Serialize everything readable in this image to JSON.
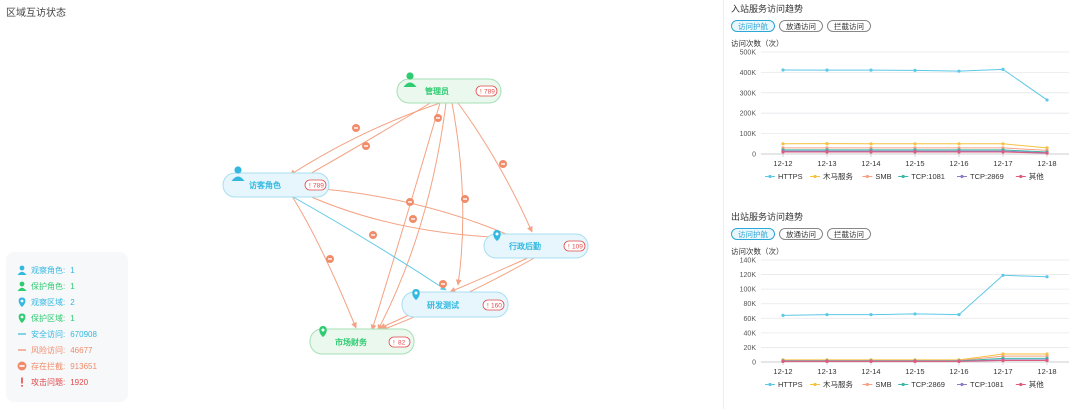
{
  "left": {
    "title": "区域互访状态",
    "nodes": [
      {
        "id": "admin",
        "label": "管理员",
        "badge": "789",
        "icon": "user-icon",
        "color": "#2ecc71"
      },
      {
        "id": "visitor",
        "label": "访客角色",
        "badge": "789",
        "icon": "user-icon",
        "color": "#33b9e0"
      },
      {
        "id": "logistics",
        "label": "行政后勤",
        "badge": "109",
        "icon": "location-pin-icon",
        "color": "#33b9e0"
      },
      {
        "id": "rnd",
        "label": "研发测试",
        "badge": "160",
        "icon": "location-pin-icon",
        "color": "#33b9e0"
      },
      {
        "id": "market",
        "label": "市场财务",
        "badge": "82",
        "icon": "location-pin-icon",
        "color": "#2ecc71"
      }
    ],
    "legend": [
      {
        "icon": "user-icon",
        "label": "观察角色:",
        "value": "1",
        "color": "#33b9e0"
      },
      {
        "icon": "user-icon",
        "label": "保护角色:",
        "value": "1",
        "color": "#2ecc71"
      },
      {
        "icon": "location-pin-icon",
        "label": "观察区域:",
        "value": "2",
        "color": "#33b9e0"
      },
      {
        "icon": "location-pin-icon",
        "label": "保护区域:",
        "value": "1",
        "color": "#2ecc71"
      },
      {
        "icon": "line-icon",
        "label": "安全访问:",
        "value": "670908",
        "color": "#33b9e0"
      },
      {
        "icon": "line-icon",
        "label": "风险访问:",
        "value": "46677",
        "color": "#f08c6a"
      },
      {
        "icon": "block-icon",
        "label": "存在拦截:",
        "value": "913651",
        "color": "#f08c6a"
      },
      {
        "icon": "exclamation-icon",
        "label": "攻击问题:",
        "value": "1920",
        "color": "#e14a4a"
      }
    ],
    "colors": {
      "safe": "#5ec8e6",
      "risk": "#f4a283",
      "block": "#f08c6a",
      "alert": "#e14a4a"
    }
  },
  "inbound": {
    "title": "入站服务访问趋势",
    "tabs": [
      "访问护航",
      "放通访问",
      "拦截访问"
    ],
    "active_tab": 0,
    "ylabel": "访问次数（次）"
  },
  "outbound": {
    "title": "出站服务访问趋势",
    "tabs": [
      "访问护航",
      "放通访问",
      "拦截访问"
    ],
    "active_tab": 0,
    "ylabel": "访问次数（次）"
  },
  "chart_data": [
    {
      "type": "line",
      "title": "入站服务访问趋势",
      "ylabel": "访问次数（次）",
      "categories": [
        "12-12",
        "12-13",
        "12-14",
        "12-15",
        "12-16",
        "12-17",
        "12-18"
      ],
      "yticks": [
        "0",
        "100K",
        "200K",
        "300K",
        "400K",
        "500K"
      ],
      "ylim": [
        0,
        500000
      ],
      "grid": true,
      "legend_position": "bottom",
      "series": [
        {
          "name": "HTTPS",
          "color": "#5ec8e6",
          "values": [
            412000,
            411000,
            411000,
            410000,
            406000,
            415000,
            265000
          ]
        },
        {
          "name": "木马服务",
          "color": "#f5c242",
          "values": [
            50000,
            51000,
            50000,
            50000,
            50000,
            50000,
            30000
          ]
        },
        {
          "name": "SMB",
          "color": "#f4a283",
          "values": [
            30000,
            30000,
            30000,
            30000,
            30000,
            30000,
            18000
          ]
        },
        {
          "name": "TCP:1081",
          "color": "#3bb7a5",
          "values": [
            20000,
            20000,
            20000,
            20000,
            20000,
            20000,
            10000
          ]
        },
        {
          "name": "TCP:2869",
          "color": "#8e7cc3",
          "values": [
            14000,
            14000,
            14000,
            14000,
            14000,
            14000,
            6000
          ]
        },
        {
          "name": "其他",
          "color": "#e05a7b",
          "values": [
            10000,
            10000,
            10000,
            10000,
            10000,
            10000,
            4000
          ]
        }
      ]
    },
    {
      "type": "line",
      "title": "出站服务访问趋势",
      "ylabel": "访问次数（次）",
      "categories": [
        "12-12",
        "12-13",
        "12-14",
        "12-15",
        "12-16",
        "12-17",
        "12-18"
      ],
      "yticks": [
        "0",
        "20K",
        "40K",
        "60K",
        "80K",
        "100K",
        "120K",
        "140K"
      ],
      "ylim": [
        0,
        140000
      ],
      "grid": true,
      "legend_position": "bottom",
      "series": [
        {
          "name": "HTTPS",
          "color": "#5ec8e6",
          "values": [
            64000,
            65000,
            65000,
            66000,
            65000,
            119000,
            117000
          ]
        },
        {
          "name": "木马服务",
          "color": "#f5c242",
          "values": [
            3000,
            3000,
            3000,
            3000,
            3000,
            11000,
            11000
          ]
        },
        {
          "name": "SMB",
          "color": "#f4a283",
          "values": [
            2000,
            2000,
            2000,
            2000,
            2000,
            8000,
            8000
          ]
        },
        {
          "name": "TCP:2869",
          "color": "#3bb7a5",
          "values": [
            1500,
            1500,
            1500,
            1500,
            1500,
            5000,
            5000
          ]
        },
        {
          "name": "TCP:1081",
          "color": "#8e7cc3",
          "values": [
            1000,
            1000,
            1000,
            1000,
            1000,
            3000,
            3000
          ]
        },
        {
          "name": "其他",
          "color": "#e05a7b",
          "values": [
            800,
            800,
            800,
            800,
            800,
            2000,
            2000
          ]
        }
      ]
    }
  ]
}
